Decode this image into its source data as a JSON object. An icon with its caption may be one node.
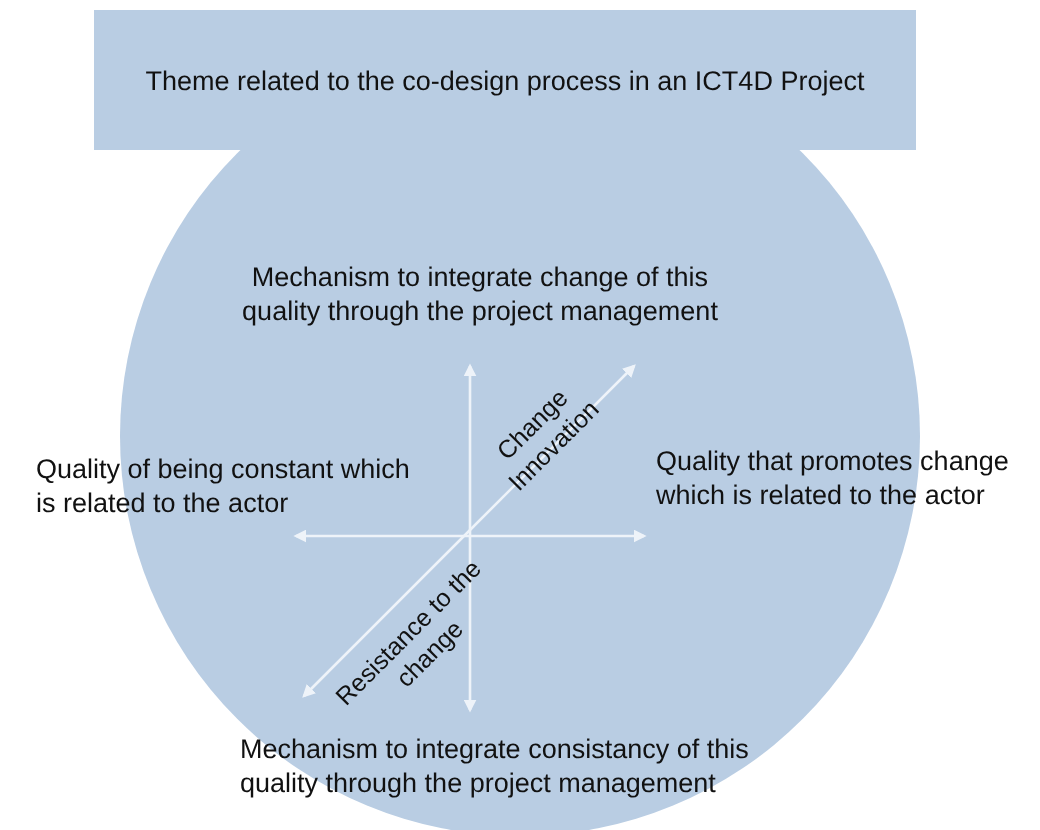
{
  "diagram": {
    "nodes": [
      {
        "text": [
          "Theme  related to the co-design process in an ICT4D Project"
        ]
      },
      {
        "text": [
          "Mechanism to integrate change of this quality through the project management",
          "Quality of being constant which is related to the actor",
          "Quality that promotes change which is related to the actor",
          "Mechanism to integrate consistancy of this quality through the project management"
        ]
      }
    ],
    "edges": [],
    "labels": [
      "Change Innovation",
      "Resistance to the change"
    ]
  }
}
